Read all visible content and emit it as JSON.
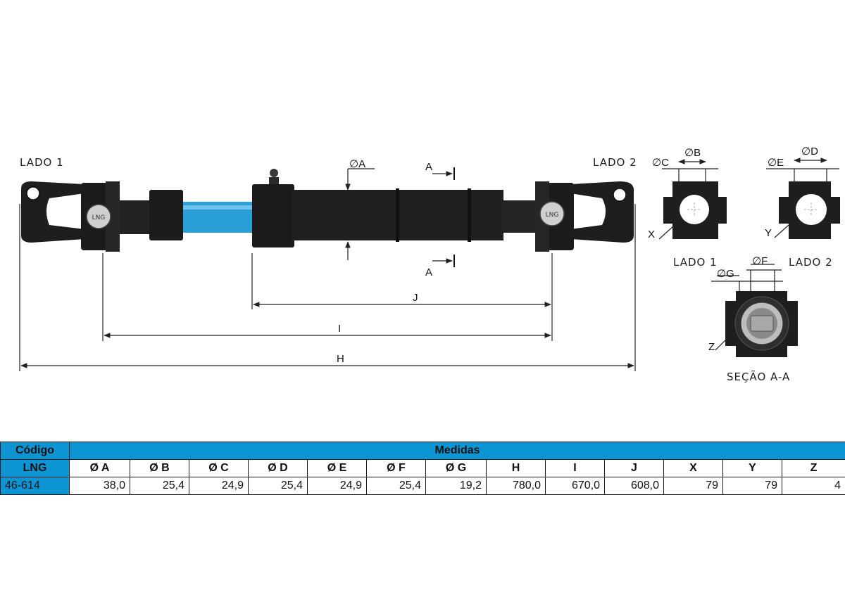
{
  "diagram": {
    "side1_label": "LADO 1",
    "side2_label": "LADO 2",
    "section_marker": "A",
    "dim_phi_a": "∅A",
    "dim_phi_b": "∅B",
    "dim_phi_c": "∅C",
    "dim_phi_d": "∅D",
    "dim_phi_e": "∅E",
    "dim_phi_f": "∅F",
    "dim_phi_g": "∅G",
    "dim_h": "H",
    "dim_i": "I",
    "dim_j": "J",
    "callout_x": "X",
    "callout_y": "Y",
    "callout_z": "Z",
    "view_side1": "LADO 1",
    "view_side2": "LADO 2",
    "view_section": "SEÇÃO A-A",
    "yoke_mark_left": "LNG",
    "yoke_mark_right": "LNG"
  },
  "colors": {
    "accent_blue": "#0d95d3",
    "shaft_blue": "#2a9fd8",
    "part_black": "#1e1e1e"
  },
  "table": {
    "code_header": "Código",
    "measures_header": "Medidas",
    "brand": "LNG",
    "columns": [
      "Ø A",
      "Ø B",
      "Ø C",
      "Ø D",
      "Ø E",
      "Ø F",
      "Ø G",
      "H",
      "I",
      "J",
      "X",
      "Y",
      "Z"
    ],
    "code": "46-614",
    "values": [
      "38,0",
      "25,4",
      "24,9",
      "25,4",
      "24,9",
      "25,4",
      "19,2",
      "780,0",
      "670,0",
      "608,0",
      "79",
      "79",
      "4"
    ]
  }
}
